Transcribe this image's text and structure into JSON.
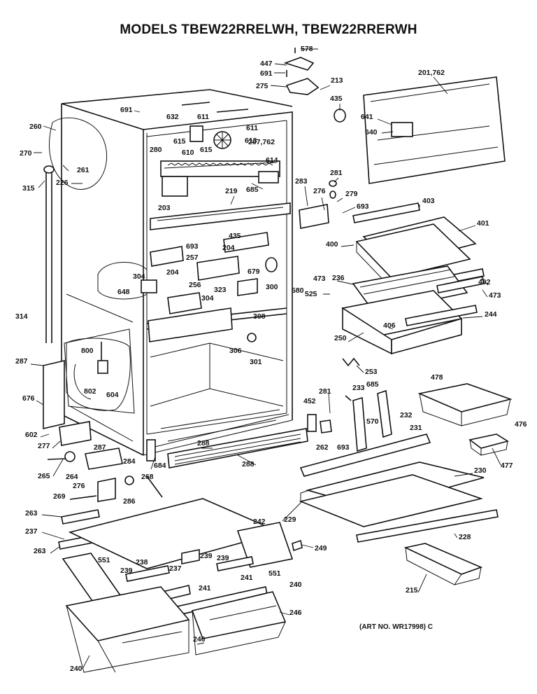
{
  "title": "MODELS TBEW22RRELWH, TBEW22RRERWH",
  "art_ref": "(ART NO. WR17998) C",
  "part_labels": [
    "578",
    "447",
    "691",
    "275",
    "213",
    "435",
    "201,762",
    "641",
    "640",
    "691",
    "632",
    "611",
    "611",
    "260",
    "280",
    "615",
    "610",
    "615",
    "613",
    "207,762",
    "270",
    "261",
    "614",
    "315",
    "226",
    "219",
    "685",
    "281",
    "283",
    "276",
    "279",
    "693",
    "403",
    "203",
    "401",
    "435",
    "204",
    "400",
    "693",
    "257",
    "204",
    "679",
    "473",
    "236",
    "402",
    "648",
    "304",
    "256",
    "323",
    "300",
    "580",
    "525",
    "473",
    "304",
    "308",
    "314",
    "244",
    "406",
    "306",
    "250",
    "800",
    "301",
    "287",
    "253",
    "604",
    "802",
    "281",
    "233",
    "685",
    "478",
    "676",
    "452",
    "570",
    "232",
    "602",
    "262",
    "693",
    "231",
    "476",
    "277",
    "287",
    "288",
    "284",
    "684",
    "288",
    "477",
    "230",
    "265",
    "264",
    "276",
    "268",
    "286",
    "269",
    "263",
    "242",
    "229",
    "237",
    "249",
    "228",
    "263",
    "551",
    "239",
    "239",
    "238",
    "237",
    "239",
    "241",
    "241",
    "551",
    "240",
    "215",
    "246",
    "246",
    "240"
  ]
}
